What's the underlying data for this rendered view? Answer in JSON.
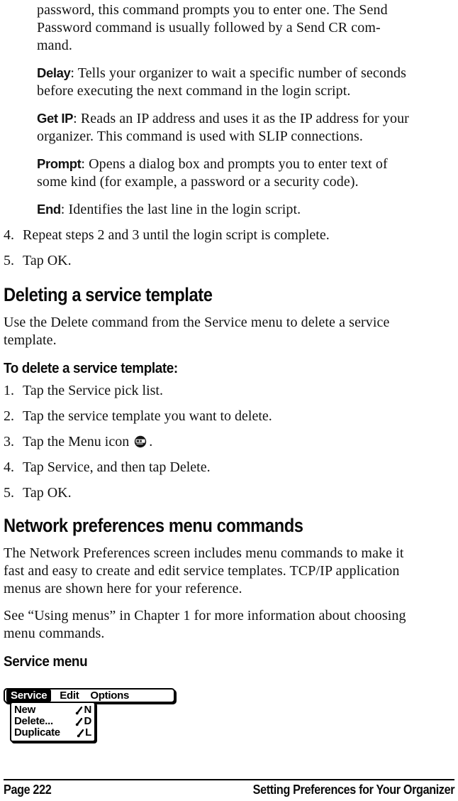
{
  "intro": {
    "continuation": "password, this command prompts you to enter one. The Send\nPassword command is usually followed by a Send CR com-\nmand.",
    "definitions": [
      {
        "label": "Delay",
        "text": ": Tells your organizer to wait a specific number of seconds\nbefore executing the next command in the login script."
      },
      {
        "label": "Get IP",
        "text": ": Reads an IP address and uses it as the IP address for your\norganizer. This command is used with SLIP connections."
      },
      {
        "label": "Prompt",
        "text": ": Opens a dialog box and prompts you to enter text of\nsome kind (for example, a password or a security code)."
      },
      {
        "label": "End",
        "text": ": Identifies the last line in the login script."
      }
    ],
    "steps": [
      {
        "num": "4.",
        "text": "Repeat steps 2 and 3 until the login script is complete."
      },
      {
        "num": "5.",
        "text": "Tap OK."
      }
    ]
  },
  "deleting": {
    "heading": "Deleting a service template",
    "body": "Use the Delete command from the Service menu to delete a service\ntemplate.",
    "subheading": "To delete a service template:",
    "steps": [
      {
        "num": "1.",
        "text": "Tap the Service pick list."
      },
      {
        "num": "2.",
        "text": "Tap the service template you want to delete."
      },
      {
        "num": "3.",
        "text_before": "Tap the Menu icon",
        "text_after": "."
      },
      {
        "num": "4.",
        "text": "Tap Service, and then tap Delete."
      },
      {
        "num": "5.",
        "text": "Tap OK."
      }
    ]
  },
  "network": {
    "heading": "Network preferences menu commands",
    "body1": "The Network Preferences screen includes menu commands to make it\nfast and easy to create and edit service templates. TCP/IP application\nmenus are shown here for your reference.",
    "body2": "See “Using menus” in Chapter 1 for more information about choosing\nmenu commands.",
    "subheading": "Service menu",
    "service_menu": {
      "menubar": {
        "selected": "Service",
        "item2": "Edit",
        "item3": "Options"
      },
      "items": [
        {
          "label": "New",
          "shortcut": "N"
        },
        {
          "label": "Delete...",
          "shortcut": "D"
        },
        {
          "label": "Duplicate",
          "shortcut": "L"
        }
      ],
      "colors": {
        "ink": "#000000",
        "paper": "#ffffff"
      }
    }
  },
  "footer": {
    "left": "Page 222",
    "right": "Setting Preferences for Your Organizer"
  }
}
